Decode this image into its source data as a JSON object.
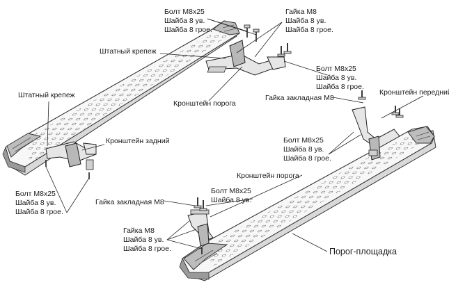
{
  "labels": {
    "bolt_top": [
      "Болт М8х25",
      "Шайба 8 ув.",
      "Шайба 8 грое."
    ],
    "nut_top": [
      "Гайка М8",
      "Шайба 8 ув.",
      "Шайба 8 грое."
    ],
    "std_mount_1": "Штатный крепеж",
    "std_mount_2": "Штатный крепеж",
    "bolt_mid": [
      "Болт М8х25",
      "Шайба 8 ув.",
      "Шайба 8 грое."
    ],
    "sill_bracket_1": "Кронштейн порога",
    "emb_nut_1": "Гайка закладная М8",
    "front_bracket": "Кронштейн передний",
    "rear_bracket": "Кронштейн задний",
    "bolt_right": [
      "Болт М8х25",
      "Шайба 8 ув.",
      "Шайба 8 грое."
    ],
    "bolt_left": [
      "Болт М8х25",
      "Шайба 8 ув.",
      "Шайба 8 грое."
    ],
    "sill_bracket_2": "Кронштейн порога",
    "bolt_low": [
      "Болт М8х25",
      "Шайба 8 ув."
    ],
    "emb_nut_2": "Гайка закладная М8",
    "nut_low": [
      "Гайка М8",
      "Шайба 8 ув.",
      "Шайба 8 грое."
    ],
    "platform": "Порог-площадка"
  },
  "colors": {
    "line": "#222222",
    "metal_light": "#f7f7f7",
    "metal_mid": "#d9d9d9",
    "metal_dark": "#9a9a9a",
    "background": "#ffffff"
  }
}
